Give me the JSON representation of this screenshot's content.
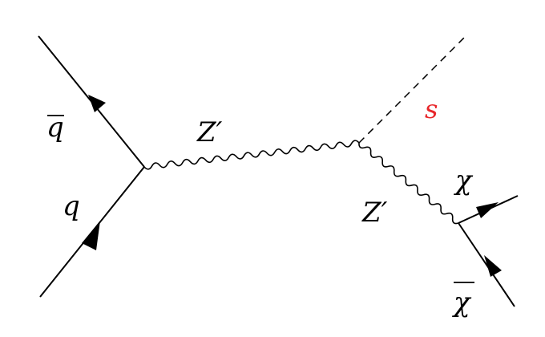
{
  "diagram": {
    "labels": {
      "antiquark": "q",
      "quark": "q",
      "zprime_propagator": "Z′",
      "scalar": "s",
      "zprime_emitted": "Z′",
      "dm_particle": "χ",
      "dm_antiparticle": "χ"
    },
    "colors": {
      "line": "#000000",
      "scalar_label": "#e8262a"
    }
  }
}
